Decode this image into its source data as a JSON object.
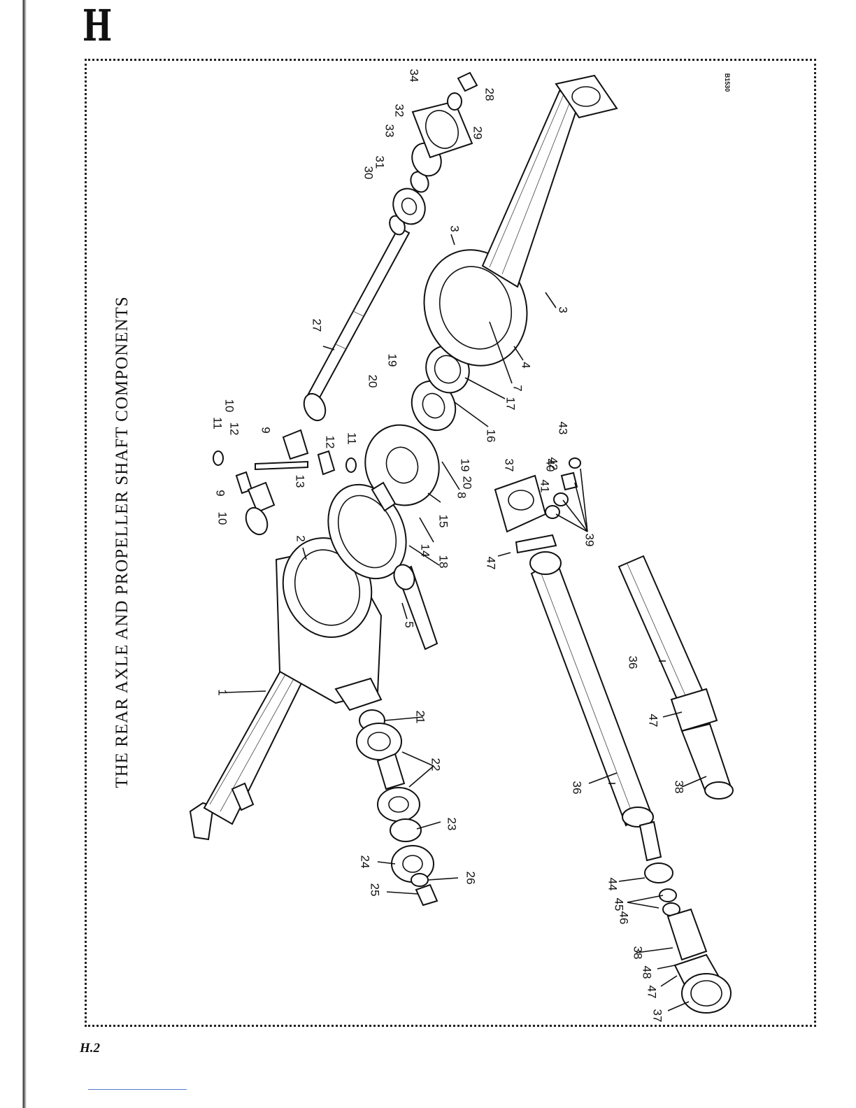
{
  "section_letter": "H",
  "title": "THE REAR AXLE AND PROPELLER SHAFT COMPONENTS",
  "drawing_code": "B1530",
  "page_number": "H.2",
  "callouts": [
    "1",
    "2",
    "3",
    "3",
    "4",
    "5",
    "7",
    "8",
    "9",
    "9",
    "10",
    "10",
    "11",
    "11",
    "12",
    "12",
    "13",
    "14",
    "15",
    "16",
    "17",
    "18",
    "19",
    "19",
    "20",
    "20",
    "21",
    "22",
    "23",
    "24",
    "25",
    "26",
    "27",
    "28",
    "29",
    "30",
    "31",
    "32",
    "33",
    "34",
    "36",
    "36",
    "37",
    "37",
    "38",
    "38",
    "39",
    "40",
    "41",
    "42",
    "43",
    "44",
    "45",
    "46",
    "47",
    "47",
    "47",
    "48"
  ]
}
